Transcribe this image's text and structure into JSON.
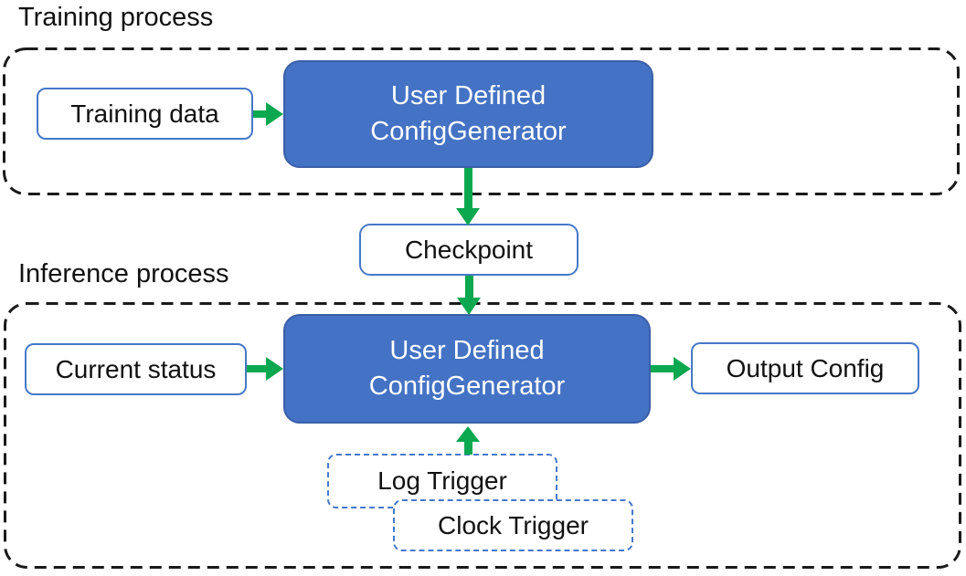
{
  "titles": {
    "training": "Training process",
    "inference": "Inference process"
  },
  "training": {
    "input_label": "Training data",
    "model_line1": "User Defined",
    "model_line2": "ConfigGenerator"
  },
  "checkpoint": {
    "label": "Checkpoint"
  },
  "inference": {
    "input_label": "Current status",
    "model_line1": "User Defined",
    "model_line2": "ConfigGenerator",
    "output_label": "Output Config",
    "log_trigger_label": "Log Trigger",
    "clock_trigger_label": "Clock Trigger"
  },
  "colors": {
    "blue_fill": "#4472C4",
    "blue_border": "#3A5FA8",
    "box_border": "#4778C8",
    "green": "#0CA84F",
    "dash": "#1A1A1A",
    "text_dark": "#111111",
    "text_light": "#FFFFFF",
    "bg": "#FFFFFF"
  }
}
